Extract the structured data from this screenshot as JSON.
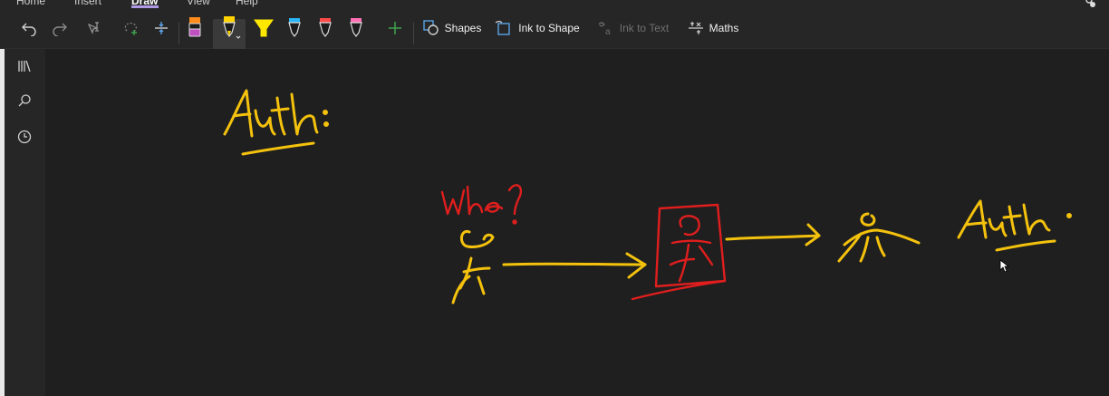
{
  "ribbon": {
    "tabs": [
      "Home",
      "Insert",
      "Draw",
      "View",
      "Help"
    ],
    "active_tab": "Draw"
  },
  "toolbar": {
    "shapes_label": "Shapes",
    "ink_to_shape_label": "Ink to Shape",
    "ink_to_text_label": "Ink to Text",
    "maths_label": "Maths",
    "pens": [
      {
        "name": "pen-orange",
        "color": "#ff8c1a"
      },
      {
        "name": "pen-yellow-selected",
        "color": "#ffd400"
      },
      {
        "name": "highlighter-yellow",
        "color": "#ffe800"
      },
      {
        "name": "pen-cyan",
        "color": "#29b6f6"
      },
      {
        "name": "pen-red",
        "color": "#ff4a4a"
      },
      {
        "name": "pen-pink",
        "color": "#ff6fb5"
      }
    ]
  },
  "sidebar": {
    "icons": [
      "library-icon",
      "search-icon",
      "recent-icon"
    ]
  },
  "colors": {
    "ink_yellow": "#f4c20d",
    "ink_red": "#e01e1e",
    "accent": "#b09ae6"
  }
}
